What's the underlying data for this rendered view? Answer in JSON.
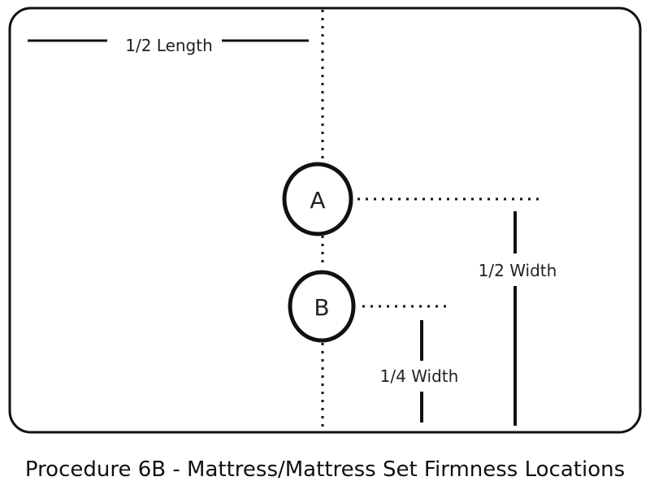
{
  "diagram": {
    "labels": {
      "half_length": "1/2 Length",
      "point_a": "A",
      "point_b": "B",
      "half_width": "1/2 Width",
      "quarter_width": "1/4 Width"
    }
  },
  "caption": "Procedure 6B - Mattress/Mattress Set Firmness Locations",
  "colors": {
    "line": "#111111",
    "text": "#222222",
    "background": "#ffffff"
  }
}
